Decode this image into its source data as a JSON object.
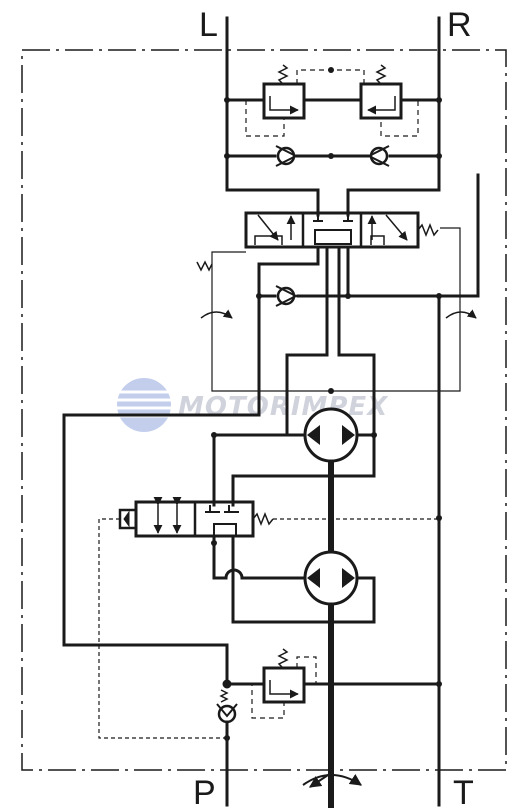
{
  "ports": {
    "left": "L",
    "right": "R",
    "pressure": "P",
    "tank": "T"
  },
  "watermark": {
    "text": "MOTORIMPEX"
  },
  "colors": {
    "line": "#1a1a1a",
    "watermark_text": "#c9ccd6",
    "watermark_globe": "#b9c6ea",
    "background": "#ffffff"
  }
}
